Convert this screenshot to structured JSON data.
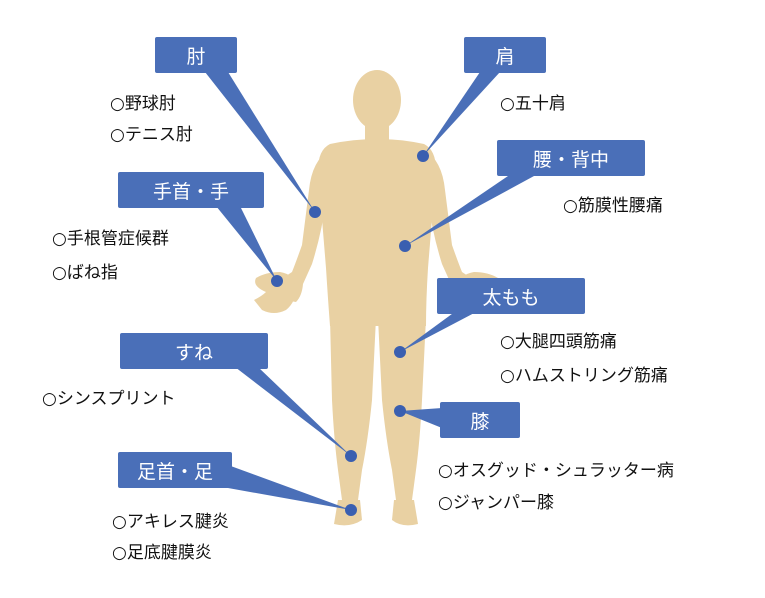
{
  "colors": {
    "accent": "#4a6fb8",
    "figure": "#e9d1a3",
    "dot": "#3a5fb0"
  },
  "regions": [
    {
      "id": "elbow",
      "label": "肘",
      "conditions": [
        "○野球肘",
        "○テニス肘"
      ]
    },
    {
      "id": "shoulder",
      "label": "肩",
      "conditions": [
        "○五十肩"
      ]
    },
    {
      "id": "waist-back",
      "label": "腰・背中",
      "conditions": [
        "○筋膜性腰痛"
      ]
    },
    {
      "id": "wrist-hand",
      "label": "手首・手",
      "conditions": [
        "○手根管症候群",
        "○ばね指"
      ]
    },
    {
      "id": "thigh",
      "label": "太もも",
      "conditions": [
        "○大腿四頭筋痛",
        "○ハムストリング筋痛"
      ]
    },
    {
      "id": "shin",
      "label": "すね",
      "conditions": [
        "○シンスプリント"
      ]
    },
    {
      "id": "knee",
      "label": "膝",
      "conditions": [
        "○オスグッド・シュラッター病",
        "○ジャンパー膝"
      ]
    },
    {
      "id": "ankle-foot",
      "label": "足首・足",
      "conditions": [
        "○アキレス腱炎",
        "○足底腱膜炎"
      ]
    }
  ]
}
